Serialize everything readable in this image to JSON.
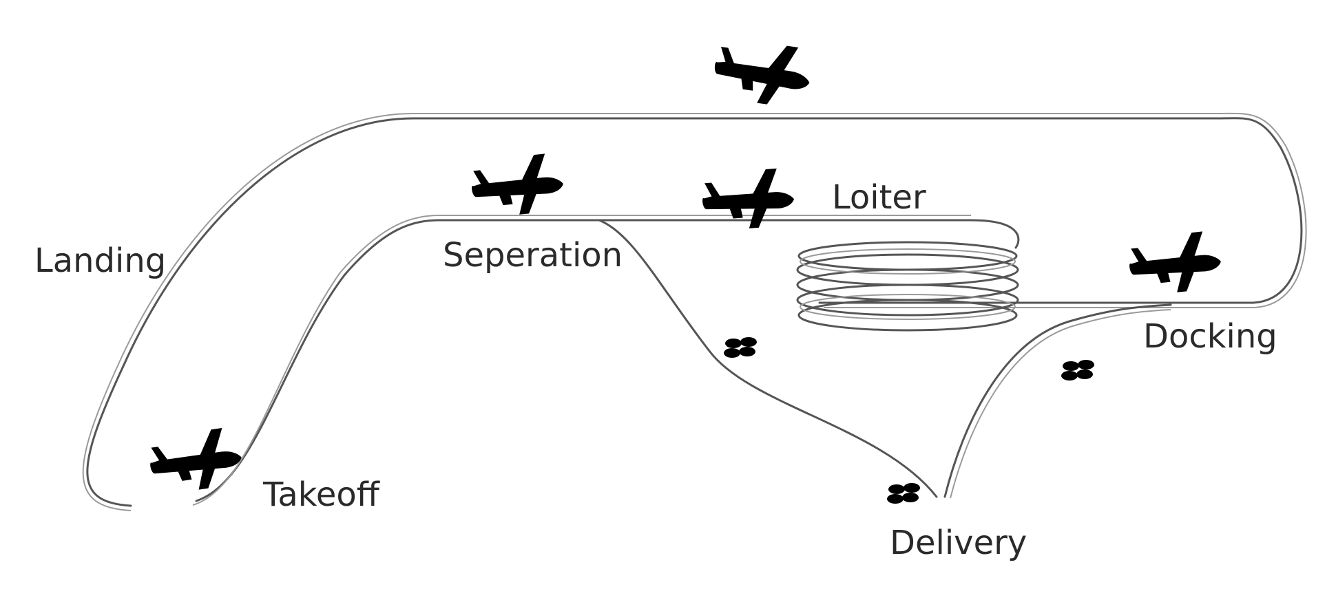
{
  "labels": {
    "landing": "Landing",
    "takeoff": "Takeoff",
    "seperation": "Seperation",
    "loiter": "Loiter",
    "docking": "Docking",
    "delivery": "Delivery"
  },
  "icons": {
    "aircraft": "airplane-icon",
    "drone": "quadcopter-icon"
  }
}
